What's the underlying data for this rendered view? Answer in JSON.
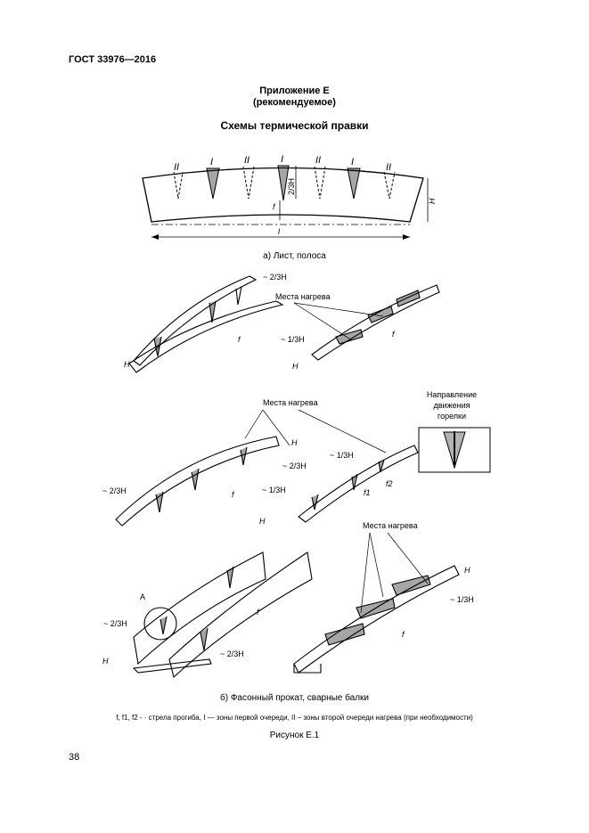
{
  "header": {
    "standard": "ГОСТ 33976—2016"
  },
  "appendix": {
    "title": "Приложение Е",
    "subtitle": "(рекомендуемое)"
  },
  "heading": "Схемы термической правки",
  "figure_a": {
    "zone_labels": [
      "II",
      "I",
      "II",
      "I",
      "II",
      "I",
      "II"
    ],
    "dim_height": "2/3H",
    "dim_H": "H",
    "dim_f": "f",
    "dim_l": "l",
    "caption": "а) Лист, полоса"
  },
  "figure_b": {
    "heating_places": "Места нагрева",
    "frac_23": "~ 2/3H",
    "frac_13": "~ 1/3H",
    "letter_H": "H",
    "letter_f": "f",
    "letter_f1": "f1",
    "letter_f2": "f2",
    "detail_A": "А",
    "torch_direction": [
      "Направление",
      "движения",
      "горелки"
    ],
    "caption": "б) Фасонный прокат, сварные балки"
  },
  "legend": "f, f1, f2 - · стрела прогиба, I — зоны первой очереди, II – зоны второй очереди нагрева (при необходимости)",
  "figure_caption": "Рисунок Е.1",
  "page_number": "38"
}
